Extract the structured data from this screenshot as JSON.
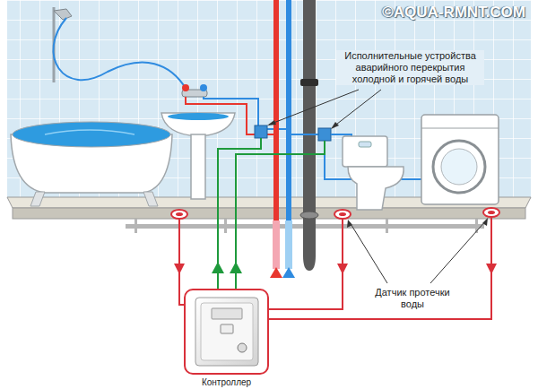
{
  "diagram": {
    "nodes": [
      {
        "text": [
          "Контроллер"
        ]
      }
    ],
    "labels": [
      "©AQUA-RMNT.COM",
      "Исполнительные устройства аварийного перекрытия холодной и горячей воды",
      "Датчик протечки воды"
    ]
  }
}
